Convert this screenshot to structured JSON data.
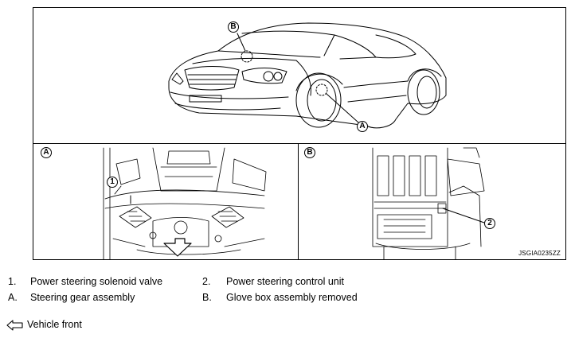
{
  "figure": {
    "code": "JSGIA0235ZZ",
    "panel_a_label": "A",
    "panel_b_label": "B",
    "callout_a": "A",
    "callout_b": "B",
    "callout_1": "1",
    "callout_2": "2"
  },
  "legend": [
    {
      "key": "1.",
      "text": "Power steering solenoid valve"
    },
    {
      "key": "2.",
      "text": "Power steering control unit"
    },
    {
      "key": "A.",
      "text": "Steering gear assembly"
    },
    {
      "key": "B.",
      "text": "Glove box assembly removed"
    }
  ],
  "vehicle_front": {
    "icon": "arrow-left-outline-icon",
    "text": "Vehicle front"
  }
}
